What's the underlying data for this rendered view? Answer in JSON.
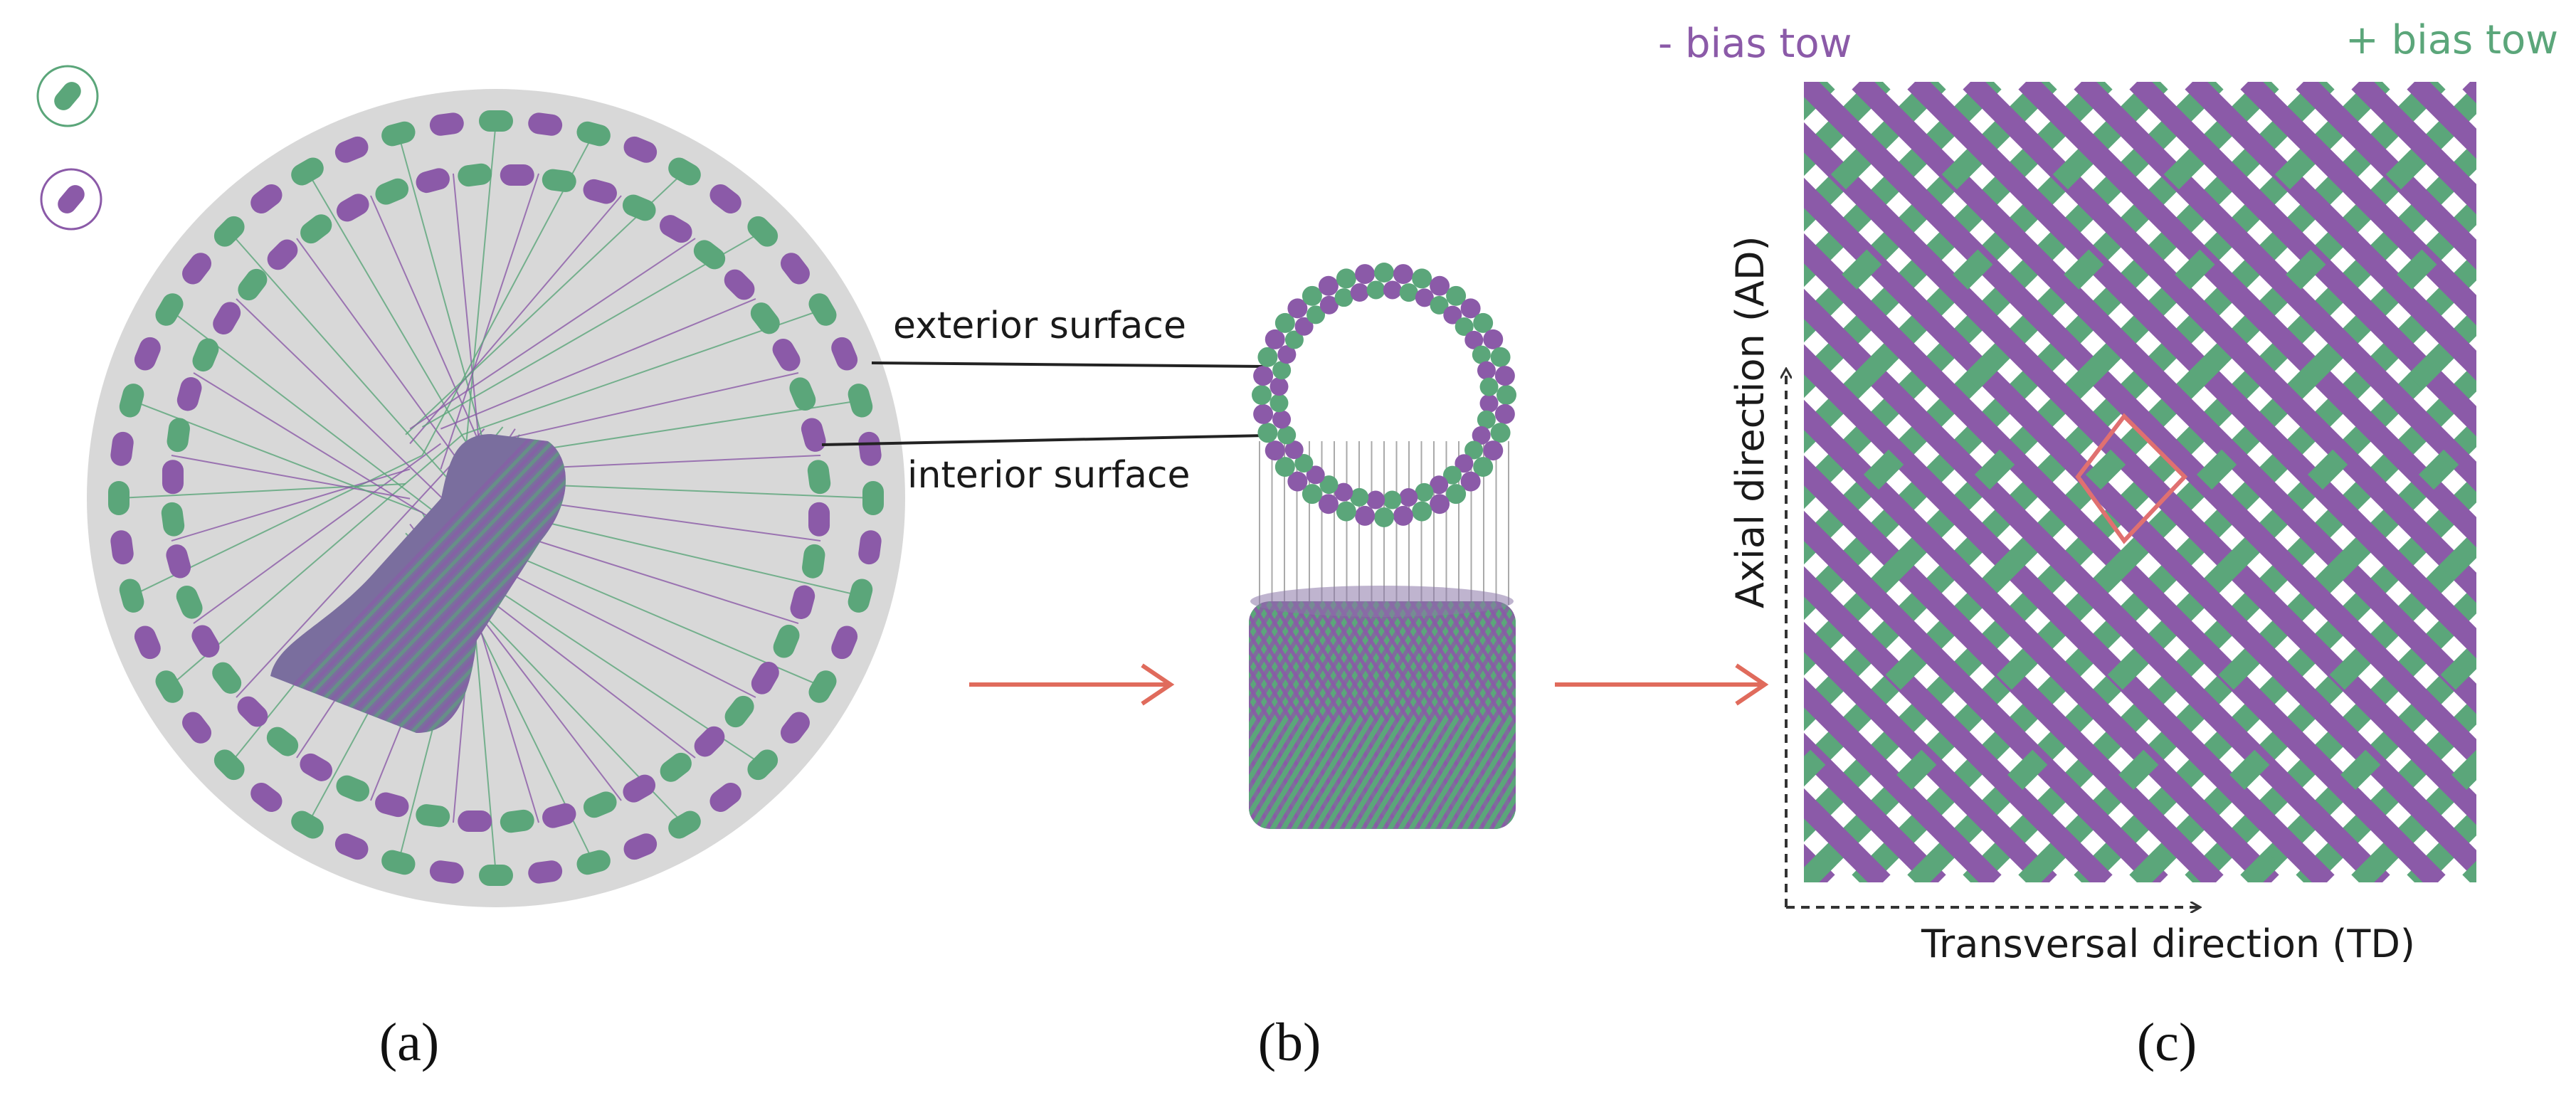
{
  "labels": {
    "exterior_surface": "exterior surface",
    "interior_surface": "interior surface",
    "minus_bias_tow": "- bias tow",
    "plus_bias_tow": "+ bias tow",
    "axial_direction": "Axial direction (AD)",
    "transversal_direction": "Transversal direction (TD)"
  },
  "panels": {
    "a": "(a)",
    "b": "(b)",
    "c": "(c)"
  },
  "colors": {
    "green": "#5ba67a",
    "green_dark": "#3d8a5e",
    "purple": "#8b5aa8",
    "purple_dark": "#6e3f8e",
    "disc": "#d8d8d8",
    "arrow": "#e06b5c",
    "unit_cell": "#e07070"
  },
  "icons": {
    "clockwise": "clockwise-carrier-icon",
    "counterclockwise": "counterclockwise-carrier-icon"
  }
}
